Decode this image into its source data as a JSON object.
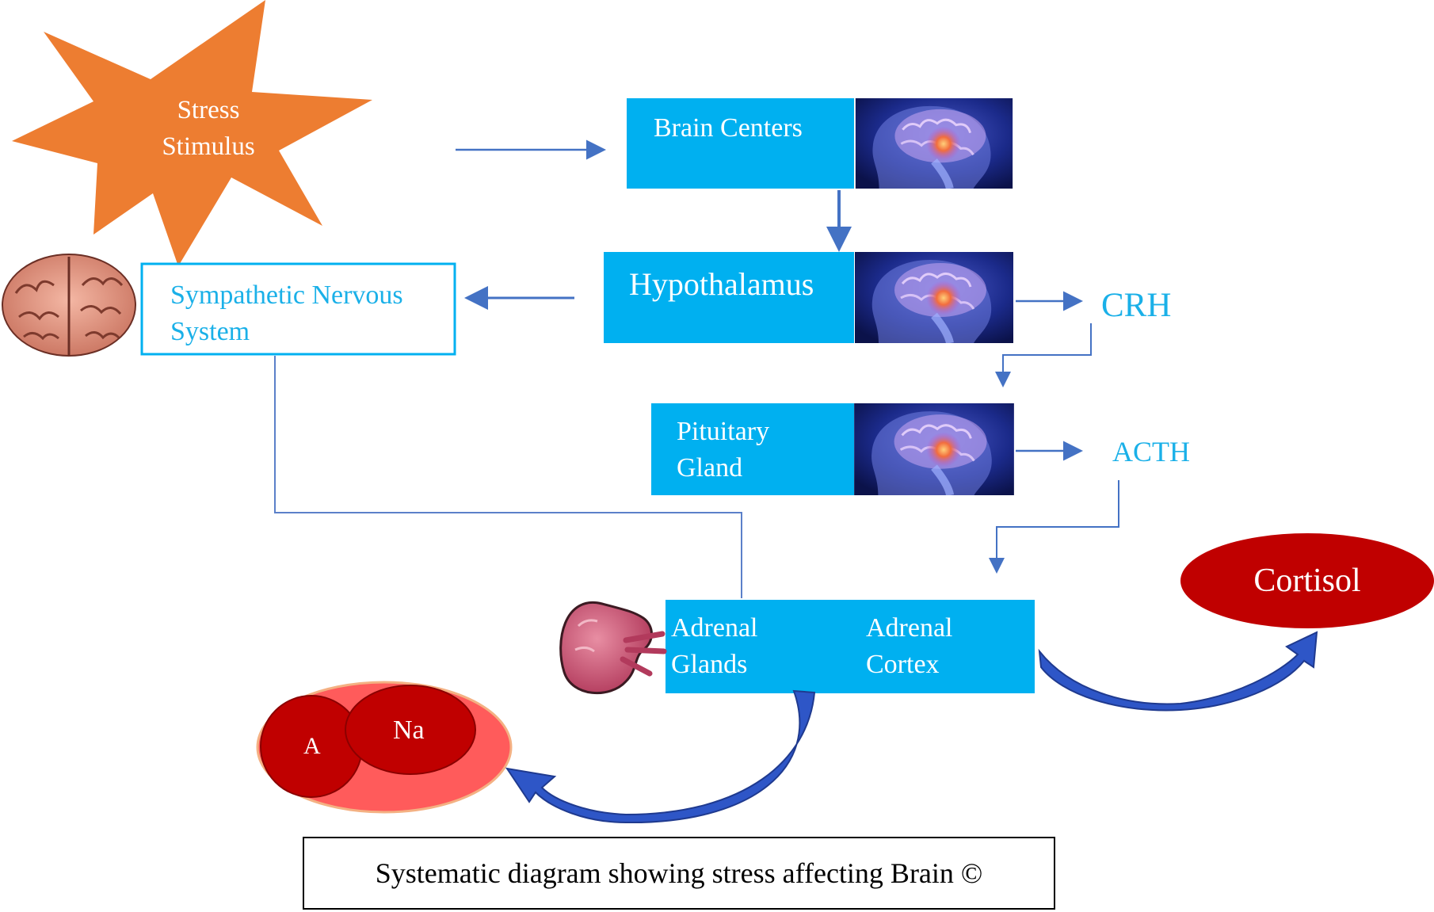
{
  "nodes": {
    "stress_stimulus": [
      "Stress",
      "Stimulus"
    ],
    "brain_centers": "Brain Centers",
    "hypothalamus": "Hypothalamus",
    "pituitary": [
      "Pituitary",
      "Gland"
    ],
    "sympathetic": [
      "Sympathetic Nervous",
      "System"
    ],
    "adrenal_glands": [
      "Adrenal",
      "Glands"
    ],
    "adrenal_cortex": [
      "Adrenal",
      "Cortex"
    ],
    "cortisol": "Cortisol",
    "aldosterone": "A",
    "sodium": "Na"
  },
  "hormones": {
    "crh": "CRH",
    "acth": "ACTH"
  },
  "caption": "Systematic diagram showing stress affecting Brain ©",
  "colors": {
    "box_fill": "#00b0f0",
    "star_fill": "#ed7d31",
    "arrow": "#4472c4",
    "connector": "#5b80c9",
    "cortisol": "#c00000",
    "salt_outer": "#ff5b5b",
    "hormone_text": "#1ab0e8"
  },
  "icons": [
    "head-mri-icon",
    "brain-icon",
    "kidney-icon"
  ]
}
